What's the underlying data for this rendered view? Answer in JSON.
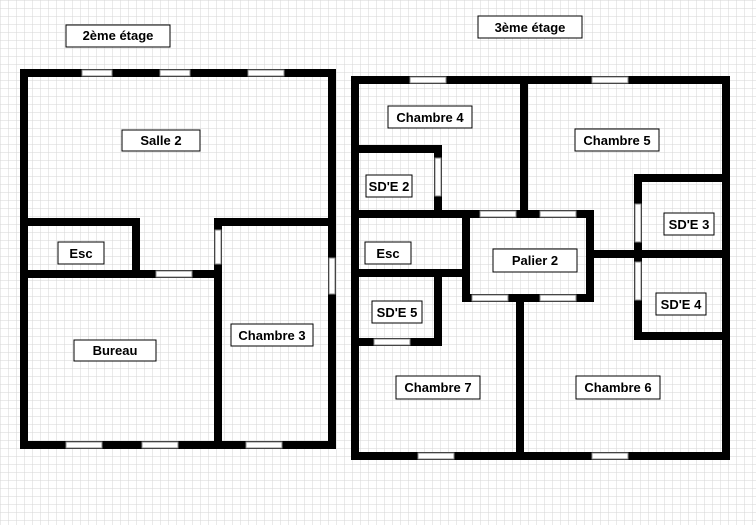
{
  "floors": {
    "second": {
      "title": "2ème étage",
      "rooms": {
        "salle2": "Salle 2",
        "esc": "Esc",
        "bureau": "Bureau",
        "chambre3": "Chambre 3"
      }
    },
    "third": {
      "title": "3ème étage",
      "rooms": {
        "chambre4": "Chambre 4",
        "chambre5": "Chambre 5",
        "sde2": "SD'E 2",
        "sde3": "SD'E 3",
        "esc": "Esc",
        "palier2": "Palier 2",
        "sde5": "SD'E 5",
        "sde4": "SD'E 4",
        "chambre7": "Chambre 7",
        "chambre6": "Chambre 6"
      }
    }
  },
  "colors": {
    "wall": "#000000",
    "grid": "#d9d9d9",
    "background": "#ffffff"
  }
}
